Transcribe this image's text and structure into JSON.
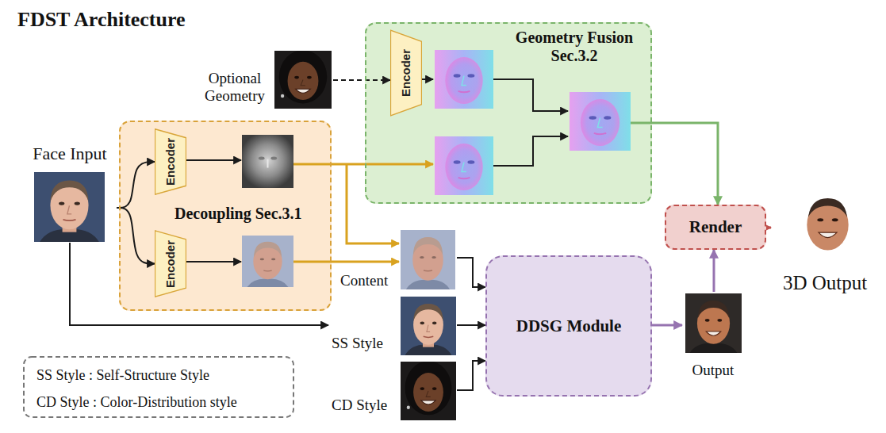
{
  "diagram": {
    "title": "FDST Architecture",
    "nodes": [
      {
        "text": [
          "Face Input"
        ]
      },
      {
        "text": [
          "Optional Geometry"
        ]
      },
      {
        "text": [
          "Geometry Fusion Sec.3.2"
        ]
      },
      {
        "text": [
          "Encoder"
        ],
        "in": 2
      },
      {
        "text": [
          "Decoupling Sec.3.1"
        ]
      },
      {
        "text": [
          "Encoder"
        ],
        "in": 4
      },
      {
        "text": [
          "Encoder"
        ],
        "in": 4
      },
      {
        "text": [
          "Content"
        ]
      },
      {
        "text": [
          "SS Style"
        ]
      },
      {
        "text": [
          "CD Style"
        ]
      },
      {
        "text": [
          "DDSG Module"
        ]
      },
      {
        "text": [
          "Output"
        ]
      },
      {
        "text": [
          "Render"
        ]
      },
      {
        "text": [
          "3D Output"
        ]
      }
    ],
    "edges": [
      {
        "from": 0,
        "to": 5,
        "arrow": "to"
      },
      {
        "from": 0,
        "to": 6,
        "arrow": "to"
      },
      {
        "from": 0,
        "to": 8,
        "arrow": "to"
      },
      {
        "from": 1,
        "to": 3,
        "arrow": "to"
      },
      {
        "from": 7,
        "to": 10,
        "arrow": "to"
      },
      {
        "from": 8,
        "to": 10,
        "arrow": "to"
      },
      {
        "from": 9,
        "to": 10,
        "arrow": "to"
      },
      {
        "from": 10,
        "to": 11,
        "arrow": "to"
      },
      {
        "from": 11,
        "to": 12,
        "arrow": "to"
      },
      {
        "from": 2,
        "to": 12,
        "arrow": "to"
      },
      {
        "from": 12,
        "to": 13,
        "arrow": "to"
      }
    ],
    "legend": [
      {
        "text": "SS Style : Self-Structure Style"
      },
      {
        "text": "CD Style : Color-Distribution style"
      }
    ]
  }
}
